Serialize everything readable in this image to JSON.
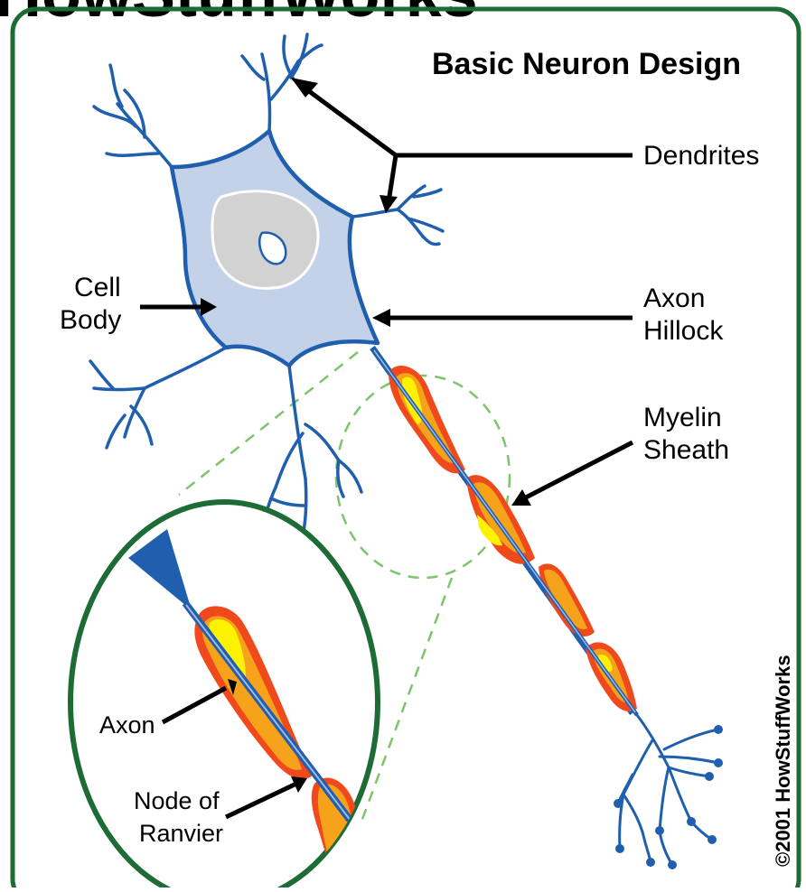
{
  "top_cropped_text": "HowStuffWorks",
  "title": "Basic Neuron Design",
  "labels": {
    "dendrites": "Dendrites",
    "cell": "Cell",
    "body": "Body",
    "axon1": "Axon",
    "hillock": "Hillock",
    "myelin": "Myelin",
    "sheath": "Sheath",
    "axon_inset": "Axon",
    "node_of": "Node of",
    "ranvier": "Ranvier"
  },
  "copyright": "©2001 HowStuffWorks",
  "colors": {
    "frame": "#1d6b35",
    "neuron_outline": "#1f5fae",
    "cell_fill": "#c3d1e9",
    "nucleus_fill": "#d2d2d2",
    "myelin_outer": "#f04a1c",
    "myelin_mid": "#f6a21b",
    "myelin_inner": "#fff200",
    "guide_dash": "#7ec46b"
  }
}
